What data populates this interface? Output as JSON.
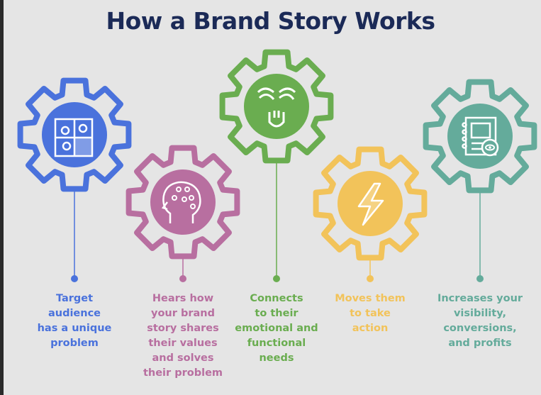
{
  "title": "How a Brand Story Works",
  "steps": [
    {
      "label": "Target audience has a unique problem",
      "lines": [
        "Target",
        "audience",
        "has a unique",
        "problem"
      ],
      "color": "#4a72dc",
      "icon": "puzzle-icon"
    },
    {
      "label": "Hears how your brand story shares their values and solves their problem",
      "lines": [
        "Hears how",
        "your brand",
        "story shares",
        "their values",
        "and solves",
        "their problem"
      ],
      "color": "#b86fa0",
      "icon": "brain-head-icon"
    },
    {
      "label": "Connects to their emotional and functional needs",
      "lines": [
        "Connects",
        "to their",
        "emotional and",
        "functional",
        "needs"
      ],
      "color": "#6aad50",
      "icon": "hands-icon"
    },
    {
      "label": "Moves them to take action",
      "lines": [
        "Moves them",
        "to take",
        "action"
      ],
      "color": "#f2c35a",
      "icon": "lightning-icon"
    },
    {
      "label": "Increases your visibility, conversions, and profits",
      "lines": [
        "Increases your",
        "visibility,",
        "conversions,",
        "and profits"
      ],
      "color": "#64ab9b",
      "icon": "notebook-eye-icon"
    }
  ]
}
